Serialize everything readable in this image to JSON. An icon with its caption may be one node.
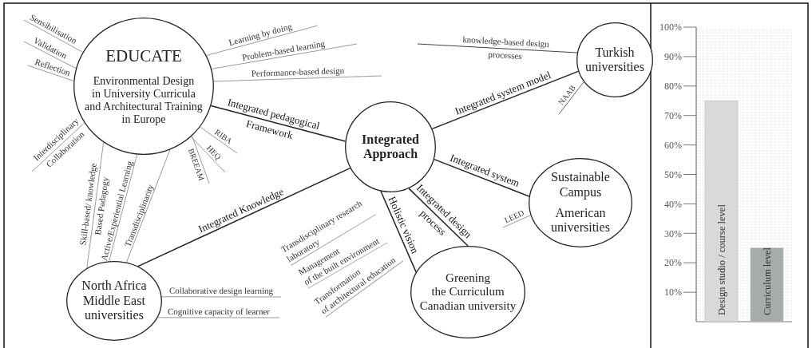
{
  "diagram": {
    "nodes": [
      {
        "text": [
          "EDUCATE",
          "Environmental Design in University Curricula and Architectural Training in Europe"
        ]
      },
      {
        "text": [
          "Integrated Approach"
        ]
      },
      {
        "text": [
          "Turkish universities"
        ]
      },
      {
        "text": [
          "Sustainable Campus",
          "American universities"
        ]
      },
      {
        "text": [
          "North Africa Middle East universities"
        ]
      },
      {
        "text": [
          "Greening the Curriculum Canadian university"
        ]
      }
    ],
    "edges": [
      {
        "from": 0,
        "to": 1,
        "arrow": "none",
        "label": "Integrated pedagogical Framework",
        "color": "#222222"
      },
      {
        "from": 1,
        "to": 2,
        "arrow": "none",
        "label": "Integrated system model",
        "color": "#222222"
      },
      {
        "from": 1,
        "to": 3,
        "arrow": "none",
        "label": "Integrated system",
        "color": "#222222"
      },
      {
        "from": 1,
        "to": 5,
        "arrow": "none",
        "label": "Integrated design process",
        "color": "#222222"
      },
      {
        "from": 1,
        "to": 5,
        "arrow": "none",
        "label": "Holistic vision",
        "color": "#222222"
      },
      {
        "from": 1,
        "to": 4,
        "arrow": "none",
        "label": "Integrated Knowledge",
        "color": "#222222"
      },
      {
        "from": 0,
        "to": 4,
        "arrow": "none",
        "label": "Skill-based/ knowledge Based Padagogy",
        "color": "#9a9a9a"
      },
      {
        "from": 0,
        "to": 4,
        "arrow": "none",
        "label": "Active/Experiential Learning",
        "color": "#9a9a9a"
      },
      {
        "from": 0,
        "to": 4,
        "arrow": "none",
        "label": "Transdisciplinarity",
        "color": "#9a9a9a"
      },
      {
        "from": 0,
        "to": null,
        "arrow": "none",
        "label": "Sensibilisation",
        "color": "#9a9a9a"
      },
      {
        "from": 0,
        "to": null,
        "arrow": "none",
        "label": "Validation",
        "color": "#9a9a9a"
      },
      {
        "from": 0,
        "to": null,
        "arrow": "none",
        "label": "Reflection",
        "color": "#9a9a9a"
      },
      {
        "from": 0,
        "to": null,
        "arrow": "none",
        "label": "Interdisciplinary Collaboration",
        "color": "#9a9a9a"
      },
      {
        "from": 0,
        "to": null,
        "arrow": "none",
        "label": "Learning by doing",
        "color": "#9a9a9a"
      },
      {
        "from": 0,
        "to": null,
        "arrow": "none",
        "label": "Problem-based learning",
        "color": "#9a9a9a"
      },
      {
        "from": 0,
        "to": null,
        "arrow": "none",
        "label": "Performance-based design",
        "color": "#9a9a9a"
      },
      {
        "from": 0,
        "to": null,
        "arrow": "none",
        "label": "RIBA",
        "color": "#9a9a9a"
      },
      {
        "from": 0,
        "to": null,
        "arrow": "none",
        "label": "HEQ",
        "color": "#9a9a9a"
      },
      {
        "from": 0,
        "to": null,
        "arrow": "none",
        "label": "BREEAM",
        "color": "#9a9a9a"
      },
      {
        "from": 2,
        "to": null,
        "arrow": "none",
        "label": "knowledge-based design processes",
        "color": "#444444"
      },
      {
        "from": 2,
        "to": null,
        "arrow": "none",
        "label": "NAAB",
        "color": "#666666"
      },
      {
        "from": 3,
        "to": null,
        "arrow": "none",
        "label": "LEED",
        "color": "#9a9a9a"
      },
      {
        "from": 4,
        "to": null,
        "arrow": "none",
        "label": "Collaborative design learning",
        "color": "#9a9a9a"
      },
      {
        "from": 4,
        "to": null,
        "arrow": "none",
        "label": "Cognitive capacity of learner",
        "color": "#9a9a9a"
      }
    ],
    "labels": [
      "Transdisciplinary research laboratory",
      "Management of the built environment",
      "Transformation of architectural education"
    ],
    "chart_data": {
      "type": "bar",
      "categories": [
        "Design studio / course level",
        "Curriculum level"
      ],
      "series": [
        {
          "color": "#d9d9d9",
          "values": [
            75,
            null
          ]
        },
        {
          "color": "#a6abac",
          "values": [
            null,
            25
          ]
        }
      ],
      "grid": true,
      "ylim": [
        0,
        100
      ],
      "yticks": [
        {
          "value": 10,
          "label": "10%"
        },
        {
          "value": 20,
          "label": "20%"
        },
        {
          "value": 30,
          "label": "30%"
        },
        {
          "value": 40,
          "label": "40%"
        },
        {
          "value": 50,
          "label": "50%"
        },
        {
          "value": 60,
          "label": "60%"
        },
        {
          "value": 70,
          "label": "70%"
        },
        {
          "value": 80,
          "label": "80%"
        },
        {
          "value": 90,
          "label": "90%"
        },
        {
          "value": 100,
          "label": "100%"
        }
      ]
    }
  }
}
